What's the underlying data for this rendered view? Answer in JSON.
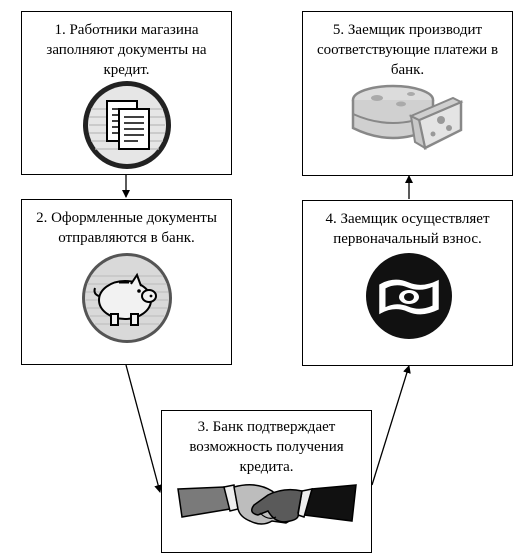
{
  "steps": [
    {
      "label": "1. Работники магазина заполняют документы на кредит.",
      "icon": "documents-icon"
    },
    {
      "label": "2. Оформленные документы отправляются в банк.",
      "icon": "piggy-bank-icon"
    },
    {
      "label": "3. Банк подтверждает возможность получения кредита.",
      "icon": "handshake-icon"
    },
    {
      "label": "4. Заемщик осуществляет первоначальный взнос.",
      "icon": "banknote-icon"
    },
    {
      "label": "5. Заемщик производит соответствующие платежи в банк.",
      "icon": "cheese-icon"
    }
  ]
}
